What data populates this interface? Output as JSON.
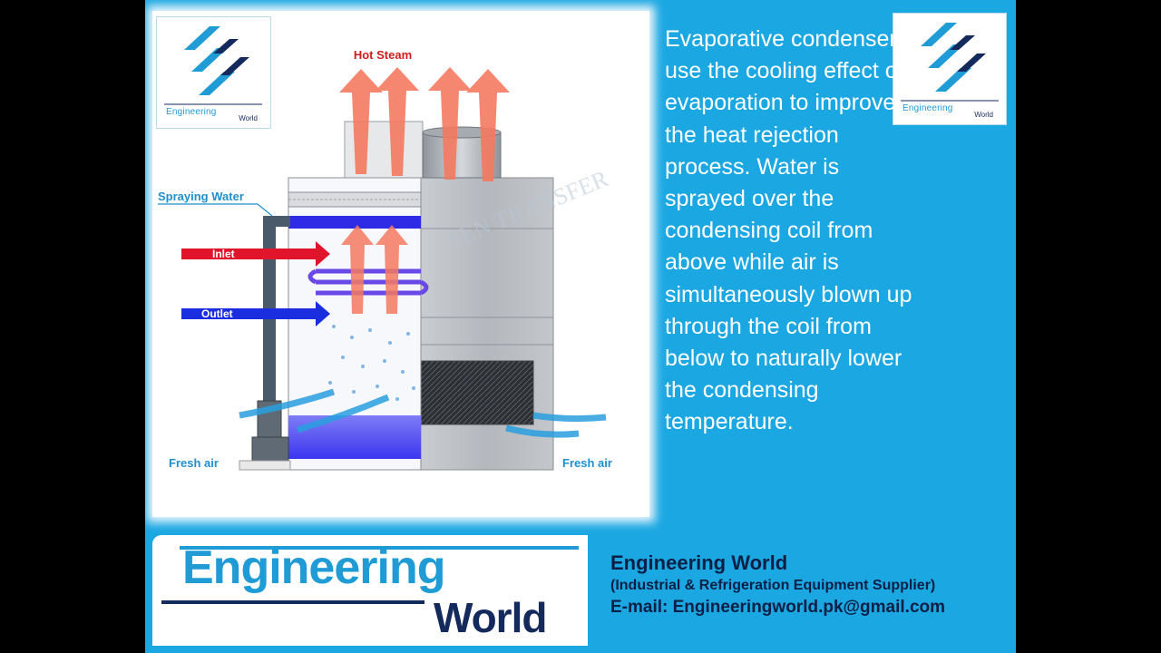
{
  "diagram": {
    "hot_steam_label": "Hot Steam",
    "spraying_water_label": "Spraying Water",
    "inlet_label": "Inlet",
    "outlet_label": "Outlet",
    "fresh_air_left_label": "Fresh air",
    "fresh_air_right_label": "Fresh air",
    "watermark_text": "SEN TRANSFER",
    "colors": {
      "steam": "#f47a60",
      "inlet": "#e0142a",
      "outlet": "#1a2ee0",
      "water": "#3b36ee",
      "air": "#2a9fe0",
      "label": "#1f8fd0"
    }
  },
  "description": "Evaporative condensers use the cooling effect of evaporation to improve the heat rejection process. Water is sprayed over the condensing coil from above while air is simultaneously blown up through the coil from below to naturally lower the condensing temperature.",
  "logo": {
    "caption_top": "Engineering",
    "caption_bottom": "World"
  },
  "brand": {
    "word1": "Engineering",
    "word2": "World"
  },
  "contact": {
    "name": "Engineering World",
    "tagline": "(Industrial & Refrigeration Equipment Supplier)",
    "email": "E-mail:  Engineeringworld.pk@gmail.com"
  },
  "colors": {
    "background": "#1ba7e2",
    "brand_blue": "#1f9bd6",
    "brand_navy": "#142a5c"
  }
}
